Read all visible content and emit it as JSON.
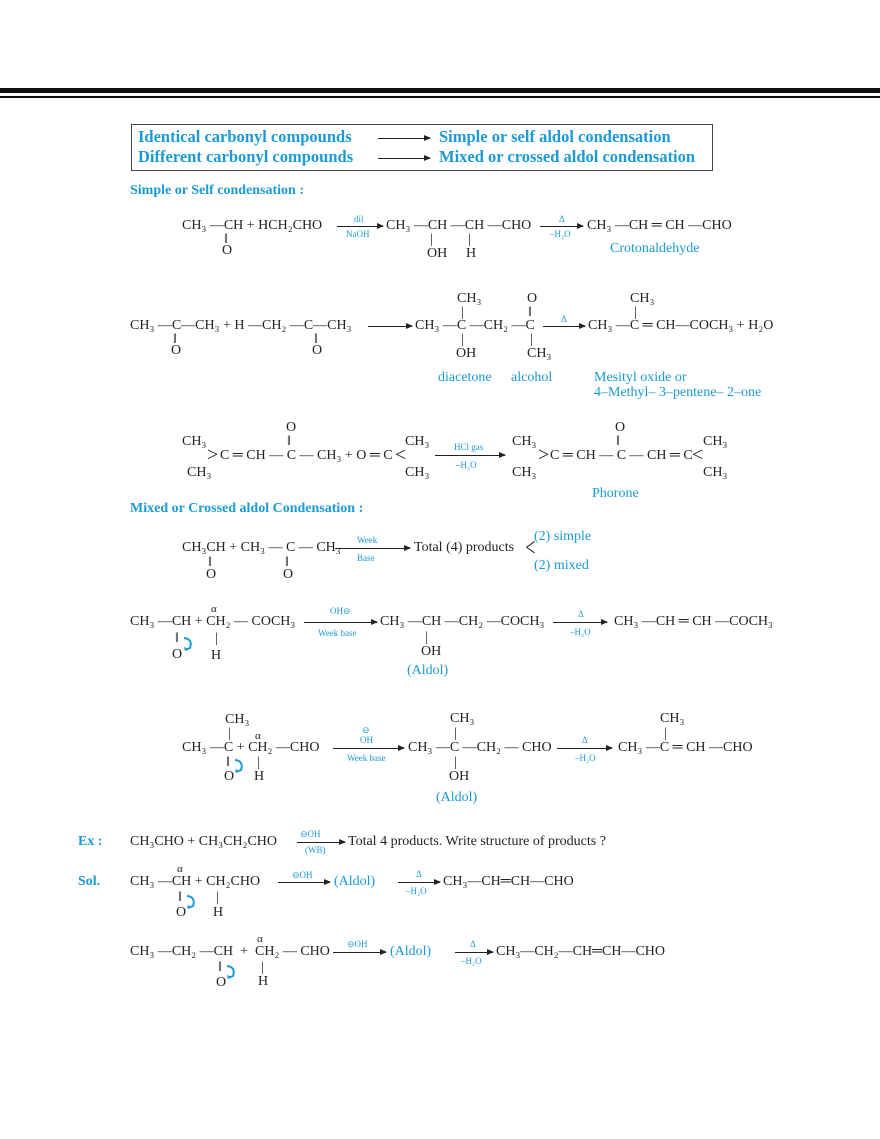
{
  "box": {
    "row1_left": "Identical carbonyl compounds",
    "row1_right": "Simple or self aldol condensation",
    "row2_left": "Different carbonyl compounds",
    "row2_right": "Mixed or crossed aldol condensation"
  },
  "headings": {
    "simple": "Simple or Self condensation :",
    "mixed": "Mixed or Crossed aldol Condensation :",
    "ex": "Ex :",
    "sol": "Sol."
  },
  "colors": {
    "accent": "#1a9ad6",
    "text": "#222222"
  },
  "r1": {
    "reactant": "CH₃ —CH + HCH₂CHO",
    "o": "O",
    "dbl": "‖",
    "arrow_top": "dil",
    "arrow_bottom": "NaOH",
    "product": "CH₃ —CH —CH —CHO",
    "bar": "|",
    "oh": "OH",
    "h": "H",
    "arrow2_top": "Δ",
    "arrow2_bottom": "–H₂O",
    "final": "CH₃ —CH ═ CH —CHO",
    "name": "Crotonaldehyde"
  },
  "r2": {
    "reactant": "CH₃ —C—CH₃ + H —CH₂ —C—CH₃",
    "o": "O",
    "dbl": "‖",
    "bar": "|",
    "ch3": "CH₃",
    "product": "CH₃ —C —CH₂ —C",
    "oh": "OH",
    "arrow_top": "Δ",
    "final": "CH₃ —C ═ CH—COCH₃ + H₂O",
    "label1": "diacetone",
    "label2": "alcohol",
    "name1": "Mesityl oxide or",
    "name2": "4–Methyl– 3–pentene– 2–one"
  },
  "r3": {
    "ch3": "CH₃",
    "bracket": ">",
    "bracket_l": "<",
    "mid": "C ═ CH — C — CH₃ + O ═ C",
    "o": "O",
    "dbl": "‖",
    "arrow_top": "HCl gas",
    "arrow_bottom": "–H₂O",
    "product": "C ═ CH — C — CH ═ C",
    "name": "Phorone"
  },
  "r4": {
    "reactant": "CH₃CH + CH₃ — C — CH₃",
    "o": "O",
    "dbl": "‖",
    "arrow_top": "Week",
    "arrow_bottom": "Base",
    "product": "Total (4) products",
    "brace": "<",
    "simple": "(2) simple",
    "mixed": "(2) mixed"
  },
  "r5": {
    "reactant": "CH₃ —CH + CH₂ — COCH₃",
    "alpha": "α",
    "dbl": "‖",
    "o": "O",
    "bar": "|",
    "h": "H",
    "arrow_top": "OH⊖",
    "arrow_bottom": "Week base",
    "product": "CH₃ —CH —CH₂ —COCH₃",
    "oh": "OH",
    "aldol": "(Aldol)",
    "arrow2_top": "Δ",
    "arrow2_bottom": "–H₂O",
    "final": "CH₃ —CH ═ CH —COCH₃"
  },
  "r6": {
    "ch3": "CH₃",
    "bar": "|",
    "reactant": "CH₃ —C + CH₂ —CHO",
    "alpha": "α",
    "dbl": "‖",
    "o": "O",
    "h": "H",
    "arrow_top1": "⊖",
    "arrow_top2": "OH",
    "arrow_bottom": "Week base",
    "product": "CH₃ —C —CH₂ — CHO",
    "oh": "OH",
    "aldol": "(Aldol)",
    "arrow2_top": "Δ",
    "arrow2_bottom": "–H₂O",
    "final": "CH₃ —C ═ CH —CHO"
  },
  "ex": {
    "reactant": "CH₃CHO + CH₃CH₂CHO",
    "arrow_top": "⊖OH",
    "arrow_bottom": "(WB)",
    "text": "Total 4 products. Write structure of products ?"
  },
  "sol1": {
    "reactant": "CH₃ —CH + CH₂CHO",
    "alpha": "α",
    "dbl": "‖",
    "o": "O",
    "bar": "|",
    "h": "H",
    "arrow_top": "⊖OH",
    "aldol": "(Aldol)",
    "arrow2_top": "Δ",
    "arrow2_bottom": "–H₂O",
    "final": "CH₃—CH═CH—CHO"
  },
  "sol2": {
    "reactant": "CH₃ —CH₂ —CH  +  CH₂ — CHO",
    "alpha": "α",
    "dbl": "‖",
    "o": "O",
    "bar": "|",
    "h": "H",
    "arrow_top": "⊖OH",
    "aldol": "(Aldol)",
    "arrow2_top": "Δ",
    "arrow2_bottom": "–H₂O",
    "final": "CH₃—CH₂—CH═CH—CHO"
  }
}
